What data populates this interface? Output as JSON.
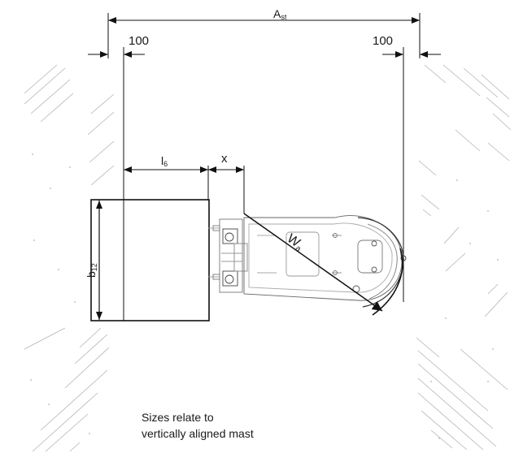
{
  "dimensions": {
    "overall_width": {
      "main": "A",
      "sub": "st"
    },
    "left_clearance": "100",
    "right_clearance": "100",
    "load_length": {
      "main": "l",
      "sub": "6"
    },
    "distance": "x",
    "load_width": {
      "main": "b",
      "sub": "12"
    },
    "turning_radius": {
      "main": "W",
      "sub": "a"
    }
  },
  "note": {
    "line1": "Sizes relate to",
    "line2": "vertically aligned mast"
  }
}
